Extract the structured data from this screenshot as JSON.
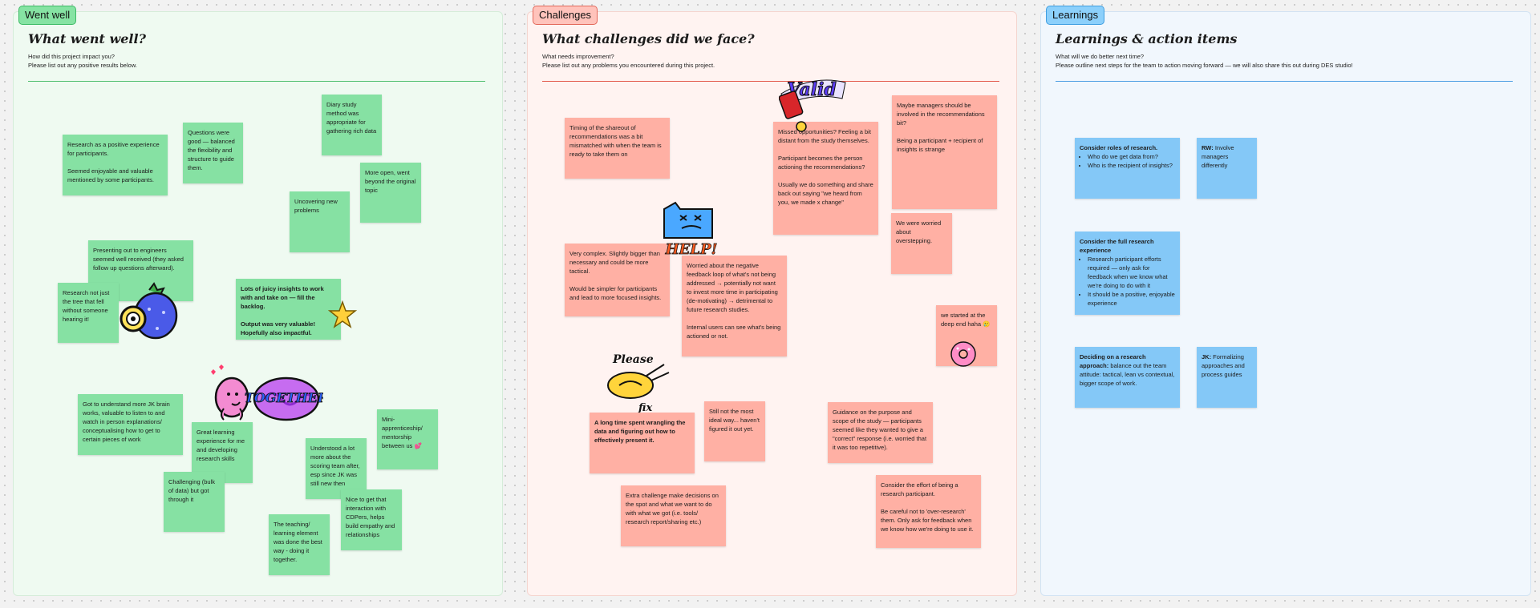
{
  "sections": {
    "went_well": {
      "tag": "Went well",
      "heading": "What went well?",
      "desc1": "How did this project impact you?",
      "desc2": "Please list out any positive results below.",
      "notes": [
        "Research as a positive experience for participants.\n\nSeemed enjoyable and valuable mentioned by some participants.",
        "Questions were good — balanced the flexibility and structure to guide them.",
        "Diary study method was appropriate for gathering rich data",
        "More open, went beyond the original topic",
        "Uncovering new problems",
        "Presenting out to engineers seemed well received (they asked follow up questions afterward).",
        "Research not just the tree that fell without someone hearing it!",
        "Lots of juicy insights to work with and take on — fill the backlog.\n\nOutput was very valuable! Hopefully also impactful.",
        "Got to understand more JK brain works, valuable to listen to and watch in person explanations/ conceptualising how to get to certain pieces of work",
        "Great learning experience for me and developing research skills",
        "Challenging (bulk of data) but got through it",
        "Understood a lot more about the scoring team after, esp since JK was still new then",
        "Mini-apprenticeship/ mentorship between us 💕",
        "Nice to get that interaction with CDPers, helps build empathy and relationships",
        "The teaching/ learning element was done the best way - doing it together."
      ],
      "sticker_together": "TOGETHER"
    },
    "challenges": {
      "tag": "Challenges",
      "heading": "What challenges did we face?",
      "desc1": "What needs improvement?",
      "desc2": "Please list out any problems you encountered during this project.",
      "notes": [
        "Timing of the shareout of recommendations was a bit mismatched with when the team is ready to take them on",
        "Missed opportunities? Feeling a bit distant from the study themselves.\n\nParticipant becomes the person actioning the recommendations?\n\nUsually we do something and share back out saying \"we heard from you, we made x change\"",
        "Maybe managers should be involved in the recommendations bit?\n\nBeing a participant + recipient of insights is strange",
        "We were worried about overstepping.",
        "Very complex. Slightly bigger than necessary and could be more tactical.\n\nWould be simpler for participants and lead to more focused insights.",
        "Worried about the negative feedback loop of what's not being addressed → potentially not want to invest more time in participating (de-motivating) → detrimental to future research studies.\n\nInternal users can see what's being actioned or not.",
        "we started at the deep end haha 🥲",
        "A long time spent wrangling the data and figuring out how to effectively present it.",
        "Still not the most ideal way... haven't figured it out yet.",
        "Guidance on the purpose and scope of the study — participants seemed like they wanted to give a \"correct\" response (i.e. worried that it was too repetitive).",
        "Extra challenge make decisions on the spot and what we want to do with what we got (i.e. tools/ research report/sharing etc.)",
        "Consider the effort of being a research participant.\n\nBe careful not to 'over-research' them. Only ask for feedback when we know how we're doing to use it."
      ],
      "sticker_valid": "Valid",
      "sticker_help": "HELP!",
      "sticker_fix_top": "Please",
      "sticker_fix_bottom": "fix"
    },
    "learnings": {
      "tag": "Learnings",
      "heading": "Learnings & action items",
      "desc1": "What will we do better next time?",
      "desc2": "Please outline next steps for the team to action moving forward — we will also share this out during DES studio!",
      "note1_title": "Consider roles of research.",
      "note1_items": [
        "Who do we get data from?",
        "Who is the recipient of insights?"
      ],
      "note2_bold": "RW:",
      "note2_text": " Involve managers differently",
      "note3_title": "Consider the full research experience",
      "note3_items": [
        "Research participant efforts required — only ask for feedback when we know what we're doing to do with it",
        "It should be a positive, enjoyable experience"
      ],
      "note4_bold": "Deciding on a research approach:",
      "note4_text": " balance out the team attitude: tactical, lean vs contextual, bigger scope of work.",
      "note5_bold": "JK:",
      "note5_text": " Formalizing approaches and process guides"
    }
  },
  "colors": {
    "green_note": "#86e1a3",
    "red_note": "#ffb0a4",
    "blue_note": "#84c8f7"
  }
}
